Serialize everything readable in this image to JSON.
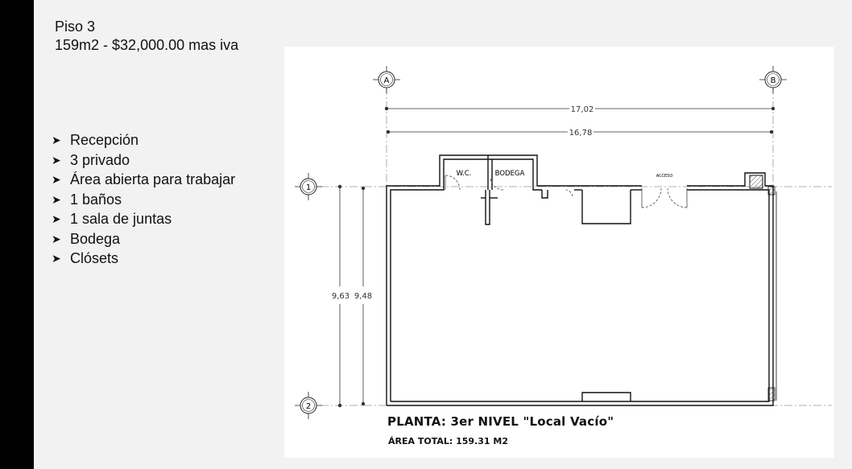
{
  "header": {
    "floor": "Piso 3",
    "size_price": "159m2 - $32,000.00 mas iva"
  },
  "features": [
    "Recepción",
    "3 privado",
    "Área abierta para trabajar",
    "1 baños",
    "1 sala de juntas",
    "Bodega",
    "Clósets"
  ],
  "plan": {
    "grid_a": "A",
    "grid_b": "B",
    "grid_1": "1",
    "grid_2": "2",
    "dim_outer_width": "17,02",
    "dim_inner_width": "16,78",
    "dim_outer_height": "9,63",
    "dim_inner_height": "9,48",
    "room_wc": "W.C.",
    "room_bodega": "BODEGA",
    "access_label": "ACCESO",
    "title": "PLANTA: 3er NIVEL \"Local Vacío\"",
    "total_area": "ÁREA TOTAL: 159.31 M2"
  }
}
